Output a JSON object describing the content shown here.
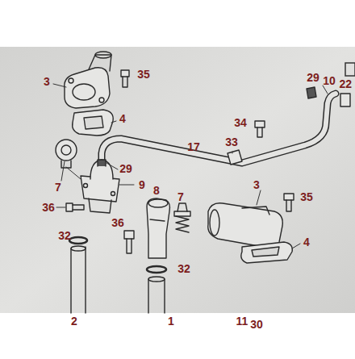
{
  "diagram": {
    "labels": [
      "3",
      "35",
      "29",
      "10",
      "22",
      "4",
      "34",
      "17",
      "33",
      "7",
      "29",
      "9",
      "36",
      "8",
      "7",
      "3",
      "35",
      "36",
      "4",
      "32",
      "32",
      "2",
      "1",
      "11",
      "30"
    ]
  }
}
